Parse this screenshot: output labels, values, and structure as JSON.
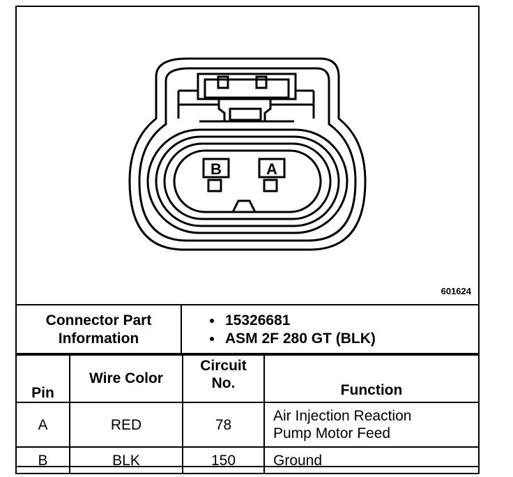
{
  "figure_id": "601624",
  "connector": {
    "cavity_labels": [
      "B",
      "A"
    ]
  },
  "part_info": {
    "label": "Connector Part Information",
    "items": [
      "15326681",
      "ASM 2F 280 GT (BLK)"
    ]
  },
  "pin_table": {
    "headers": {
      "pin": "Pin",
      "wire_color": "Wire Color",
      "circuit": "Circuit No.",
      "function": "Function"
    },
    "rows": [
      {
        "pin": "A",
        "wire_color": "RED",
        "circuit": "78",
        "function": "Air Injection Reaction Pump Motor Feed"
      },
      {
        "pin": "B",
        "wire_color": "BLK",
        "circuit": "150",
        "function": "Ground"
      }
    ]
  }
}
